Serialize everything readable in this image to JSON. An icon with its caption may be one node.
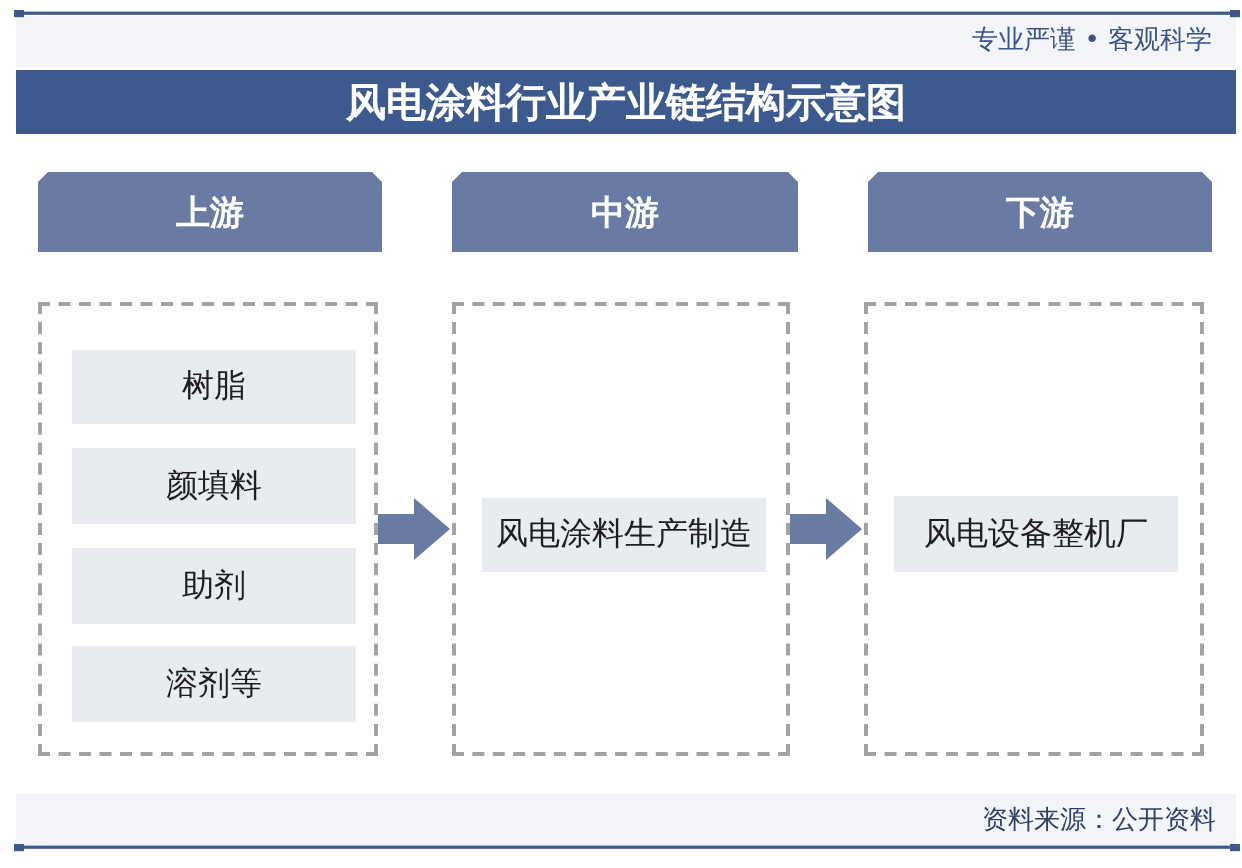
{
  "diagram": {
    "title": "风电涂料行业产业链结构示意图",
    "nodes": [
      {
        "text": [
          "上游"
        ]
      },
      {
        "text": [
          "中游"
        ]
      },
      {
        "text": [
          "下游"
        ]
      },
      {
        "text": [],
        "shape": "box"
      },
      {
        "text": [
          "树脂"
        ],
        "in": 3
      },
      {
        "text": [
          "颜填料"
        ],
        "in": 3
      },
      {
        "text": [
          "助剂"
        ],
        "in": 3
      },
      {
        "text": [
          "溶剂等"
        ],
        "in": 3
      },
      {
        "text": [],
        "shape": "box"
      },
      {
        "text": [
          "风电涂料生产制造"
        ],
        "in": 8
      },
      {
        "text": [],
        "shape": "box"
      },
      {
        "text": [
          "风电设备整机厂"
        ],
        "in": 10
      }
    ],
    "edges": [
      {
        "from": 3,
        "to": 8,
        "arrow": "to"
      },
      {
        "from": 8,
        "to": 10,
        "arrow": "to"
      }
    ],
    "labels": [
      "专业严谨 • 客观科学",
      "资料来源：公开资料"
    ]
  }
}
